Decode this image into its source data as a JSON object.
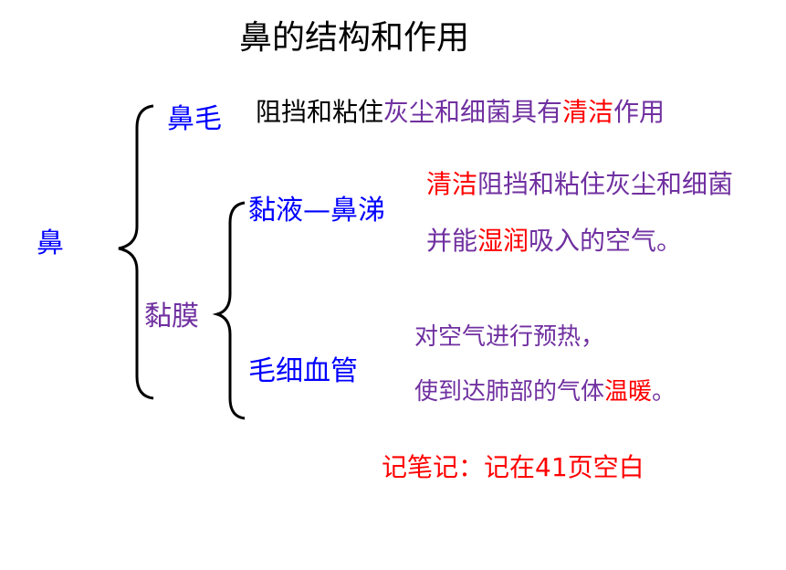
{
  "title": "鼻的结构和作用",
  "root": "鼻",
  "branches": {
    "nose_hair": {
      "label": "鼻毛",
      "desc": {
        "p1": "阻挡和粘住",
        "p2": "灰尘和细菌具有",
        "p3": "清洁",
        "p4": "作用"
      }
    },
    "mucosa": {
      "label": "黏膜",
      "mucus": {
        "label": "黏液—鼻涕",
        "line1": {
          "p1": "清洁",
          "p2": "阻挡和粘住灰尘和细菌"
        },
        "line2": {
          "p1": "并能",
          "p2": "湿润",
          "p3": "吸入的空气。"
        }
      },
      "capillaries": {
        "label": "毛细血管",
        "line1": "对空气进行预热，",
        "line2": {
          "p1": "使到达肺部的气体",
          "p2": "温暖",
          "p3": "。"
        }
      }
    }
  },
  "note": "记笔记：记在41页空白",
  "colors": {
    "blue": "#0000ff",
    "purple": "#7030a0",
    "red": "#ff0000",
    "black": "#000000"
  }
}
